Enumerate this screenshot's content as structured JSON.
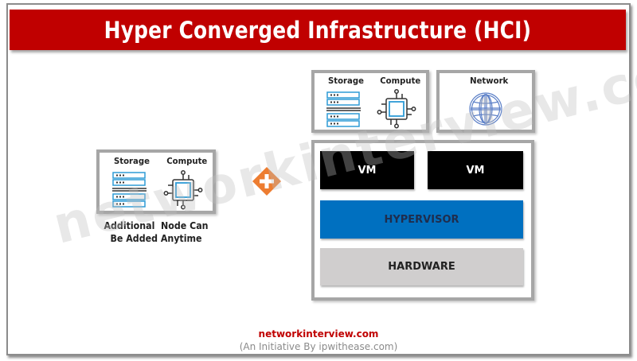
{
  "title": "Hyper Converged Infrastructure (HCI)",
  "watermark": "networkinterview.com",
  "colors": {
    "title_bg": "#C00000",
    "vm_bg": "#000000",
    "hypervisor_bg": "#0070C0",
    "hardware_bg": "#D0CECE",
    "plus_bg": "#ED7D31",
    "icon_blue": "#2E9BD6",
    "footer_site": "#C00000"
  },
  "additional_node": {
    "storage_label": "Storage",
    "compute_label": "Compute",
    "storage_icon": "server-rack-icon",
    "compute_icon": "cpu-chip-icon",
    "caption_line1": "Additional  Node Can",
    "caption_line2": "Be Added Anytime"
  },
  "plus_icon": "plus-diamond-icon",
  "hci_node": {
    "storage_label": "Storage",
    "compute_label": "Compute",
    "network_label": "Network",
    "network_icon": "globe-icon",
    "vm1_label": "VM",
    "vm2_label": "VM",
    "hypervisor_label": "HYPERVISOR",
    "hardware_label": "HARDWARE"
  },
  "footer": {
    "site": "networkinterview.com",
    "initiative": "(An Initiative By ipwithease.com)"
  }
}
